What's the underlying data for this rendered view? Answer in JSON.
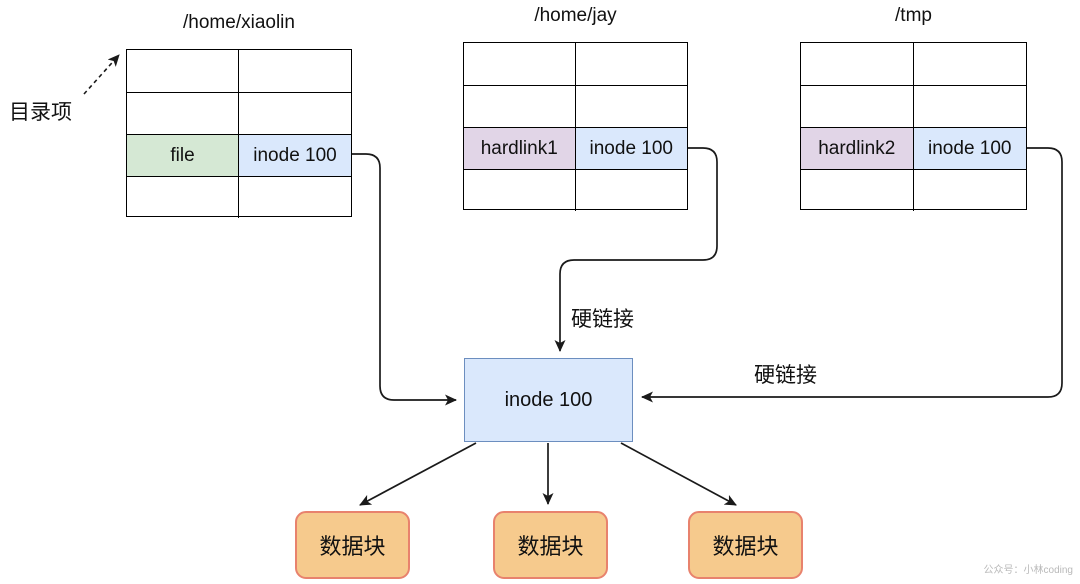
{
  "diagram": {
    "tables": [
      {
        "title": "/home/xiaolin",
        "entry": {
          "name": "file",
          "inode": "inode 100"
        },
        "colors": {
          "name_bg": "#d5e8d4",
          "inode_bg": "#dae8fc"
        }
      },
      {
        "title": "/home/jay",
        "entry": {
          "name": "hardlink1",
          "inode": "inode 100"
        },
        "colors": {
          "name_bg": "#e1d5e7",
          "inode_bg": "#dae8fc"
        }
      },
      {
        "title": "/tmp",
        "entry": {
          "name": "hardlink2",
          "inode": "inode 100"
        },
        "colors": {
          "name_bg": "#e1d5e7",
          "inode_bg": "#dae8fc"
        }
      }
    ],
    "inode_box": {
      "label": "inode 100",
      "fill": "#dae8fc",
      "border": "#6c8ebf"
    },
    "data_blocks": [
      {
        "label": "数据块"
      },
      {
        "label": "数据块"
      },
      {
        "label": "数据块"
      }
    ],
    "data_block_style": {
      "fill": "#f6ca8d",
      "border": "#e8826d"
    },
    "annotations": {
      "directory_entry": "目录项",
      "hardlink_label_top": "硬链接",
      "hardlink_label_right": "硬链接"
    },
    "watermark": "公众号：小林coding",
    "line_color": "#1a1a1a"
  }
}
